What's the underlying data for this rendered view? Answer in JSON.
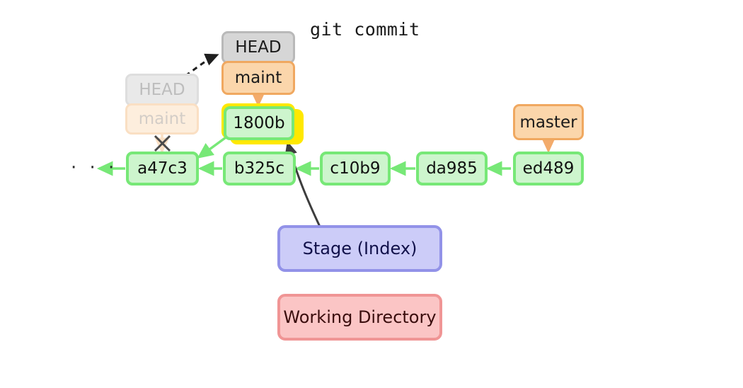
{
  "diagram": {
    "title": "git commit",
    "ellipsis": "· · ·"
  },
  "commits": [
    {
      "id": "a47c3",
      "label": "a47c3"
    },
    {
      "id": "b325c",
      "label": "b325c"
    },
    {
      "id": "c10b9",
      "label": "c10b9"
    },
    {
      "id": "da985",
      "label": "da985"
    },
    {
      "id": "ed489",
      "label": "ed489"
    },
    {
      "id": "1800b",
      "label": "1800b"
    }
  ],
  "refs": {
    "head_current": "HEAD",
    "branch_current": "maint",
    "head_previous": "HEAD",
    "branch_previous": "maint",
    "master": "master"
  },
  "areas": {
    "stage": "Stage (Index)",
    "working": "Working Directory"
  },
  "colors": {
    "commit_fill": "#cdf5cd",
    "commit_border": "#77e877",
    "branch_fill": "#fbd6ab",
    "branch_border": "#f0a860",
    "head_fill": "#d6d6d6",
    "head_border": "#b9b9b9",
    "highlight": "#ffe800",
    "stage_fill": "#ccccf8",
    "stage_border": "#9292e8",
    "working_fill": "#fbc5c5",
    "working_border": "#f09595",
    "arrow_green": "#77e877",
    "arrow_orange": "#f3ab6b",
    "arrow_dark": "#3d3d3d"
  }
}
